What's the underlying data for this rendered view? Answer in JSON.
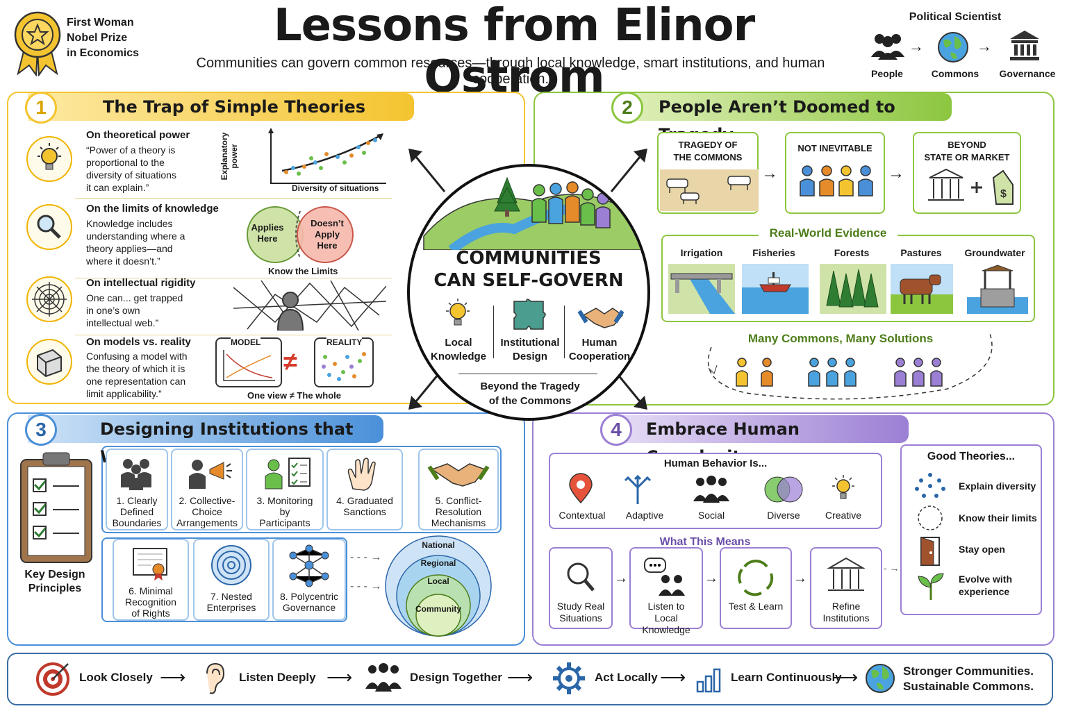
{
  "header": {
    "title": "Lessons from Elinor Ostrom",
    "subtitle": "Communities can govern common resources—through local knowledge, smart institutions, and human cooperation.",
    "badge": "First Woman Nobel Prize in Economics",
    "badge_lines": [
      "First Woman",
      "Nobel Prize",
      "in Economics"
    ],
    "ps_title": "Political Scientist",
    "ps_items": [
      "People",
      "Commons",
      "Governance"
    ]
  },
  "center": {
    "title_lines": [
      "COMMUNITIES",
      "CAN SELF-GOVERN"
    ],
    "pillars": [
      [
        "Local",
        "Knowledge"
      ],
      [
        "Institutional",
        "Design"
      ],
      [
        "Human",
        "Cooperation"
      ]
    ],
    "caption_lines": [
      "Beyond the Tragedy",
      "of the Commons"
    ]
  },
  "s1": {
    "num": "1",
    "title": "The Trap of Simple Theories",
    "items": [
      {
        "head": "On theoretical power",
        "lines": [
          "“Power of a theory is",
          "proportional to the",
          "diversity of situations",
          "it can explain.”"
        ]
      },
      {
        "head": "On the limits of knowledge",
        "lines": [
          "Knowledge includes",
          "understanding where a",
          "theory applies—and",
          "where it doesn’t.”"
        ]
      },
      {
        "head": "On intellectual rigidity",
        "lines": [
          "One can... get trapped",
          "in one’s own",
          "intellectual web.”"
        ]
      },
      {
        "head": "On models vs. reality",
        "lines": [
          "Confusing a model with",
          "the theory of which it is",
          "one representation can",
          "limit applicability.”"
        ]
      }
    ],
    "chart_ylabel": "Explanatory power",
    "chart_xlabel": "Diversity of situations",
    "venn_left": [
      "Applies",
      "Here"
    ],
    "venn_right": [
      "Doesn’t",
      "Apply",
      "Here"
    ],
    "venn_caption": "Know the Limits",
    "model": "MODEL",
    "reality": "REALITY",
    "neq": "≠",
    "model_caption": "One view ≠ The whole"
  },
  "s2": {
    "num": "2",
    "title": "People Aren’t Doomed to Tragedy",
    "boxes": [
      [
        "TRAGEDY OF",
        "THE COMMONS"
      ],
      [
        "NOT INEVITABLE"
      ],
      [
        "BEYOND",
        "STATE OR MARKET"
      ]
    ],
    "evidence_title": "Real-World Evidence",
    "evidence": [
      "Irrigation",
      "Fisheries",
      "Forests",
      "Pastures",
      "Groundwater"
    ],
    "many": "Many Commons, Many Solutions"
  },
  "s3": {
    "num": "3",
    "title": "Designing Institutions that Work",
    "key": [
      "Key Design",
      "Principles"
    ],
    "principles": [
      [
        "1. Clearly",
        "Defined",
        "Boundaries"
      ],
      [
        "2. Collective-",
        "Choice",
        "Arrangements"
      ],
      [
        "3. Monitoring",
        "by",
        "Participants"
      ],
      [
        "4. Graduated",
        "Sanctions"
      ],
      [
        "5. Conflict-",
        "Resolution",
        "Mechanisms"
      ],
      [
        "6. Minimal",
        "Recognition",
        "of Rights"
      ],
      [
        "7. Nested",
        "Enterprises"
      ],
      [
        "8. Polycentric",
        "Governance"
      ]
    ],
    "levels": [
      "National",
      "Regional",
      "Local",
      "Community"
    ]
  },
  "s4": {
    "num": "4",
    "title": "Embrace Human Complexity",
    "behavior_title": "Human Behavior Is...",
    "behaviors": [
      "Contextual",
      "Adaptive",
      "Social",
      "Diverse",
      "Creative"
    ],
    "means_title": "What This Means",
    "means": [
      [
        "Study Real",
        "Situations"
      ],
      [
        "Listen to",
        "Local Knowledge"
      ],
      [
        "Test & Learn"
      ],
      [
        "Refine",
        "Institutions"
      ]
    ],
    "good_title": "Good Theories...",
    "good": [
      [
        "Explain diversity"
      ],
      [
        "Know their limits"
      ],
      [
        "Stay open"
      ],
      [
        "Evolve with",
        "experience"
      ]
    ]
  },
  "footer": {
    "steps": [
      "Look Closely",
      "Listen Deeply",
      "Design Together",
      "Act Locally",
      "Learn Continuously"
    ],
    "end": [
      "Stronger Communities.",
      "Sustainable Commons."
    ]
  },
  "colors": {
    "s1": "#f4c430",
    "s2": "#8cc63f",
    "s3": "#4a90d9",
    "s4": "#9b7fd4"
  }
}
